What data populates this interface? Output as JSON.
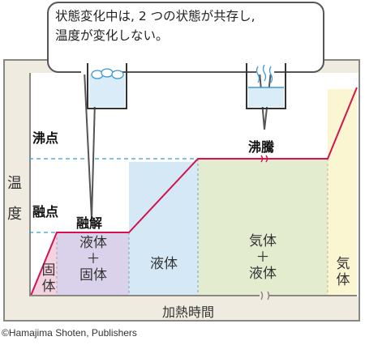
{
  "callout": {
    "line1": "状態変化中は, 2 つの状態が共存し,",
    "line2": "温度が変化しない。"
  },
  "axes": {
    "ylabel_1": "温",
    "ylabel_2": "度",
    "xlabel": "加熱時間"
  },
  "points": {
    "boiling_point": "沸点",
    "melting_point": "融点",
    "melting": "融解",
    "boiling": "沸騰"
  },
  "regions": {
    "solid": [
      "固",
      "体"
    ],
    "solid_liquid": [
      "液体",
      "＋",
      "固体"
    ],
    "liquid": "液体",
    "gas_liquid": [
      "気体",
      "＋",
      "液体"
    ],
    "gas": [
      "気",
      "体"
    ]
  },
  "colors": {
    "solid": "#f3d3e0",
    "solid_liquid": "#dad2ea",
    "liquid": "#d4e8f6",
    "gas_liquid": "#e4ecd0",
    "gas": "#fbf6d2",
    "heating_line": "#d4124f",
    "guide_line": "#3a9ad6"
  },
  "credit": "©Hamajima Shoten, Publishers"
}
